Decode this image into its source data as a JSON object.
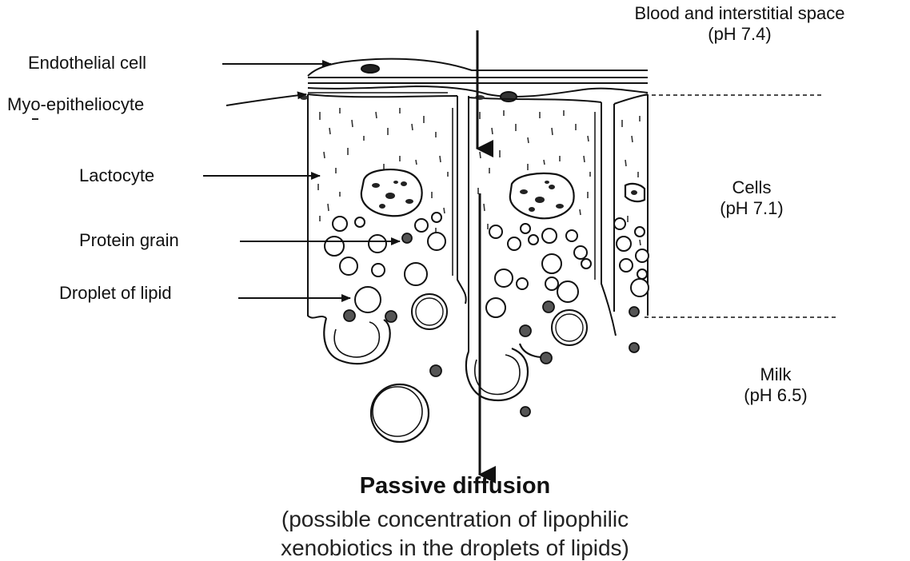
{
  "labels": {
    "endothelial_cell": "Endothelial cell",
    "myo_epitheliocyte": "Myo-epitheliocyte",
    "lactocyte": "Lactocyte",
    "protein_grain": "Protein grain",
    "droplet_of_lipid": "Droplet of lipid"
  },
  "regions": {
    "blood": {
      "name": "Blood and interstitial space",
      "ph": "(pH 7.4)"
    },
    "cells": {
      "name": "Cells",
      "ph": "(pH 7.1)"
    },
    "milk": {
      "name": "Milk",
      "ph": "(pH 6.5)"
    }
  },
  "caption": {
    "title": "Passive diffusion",
    "line1": "(possible concentration of lipophilic",
    "line2": "xenobiotics in the droplets of lipids)"
  }
}
